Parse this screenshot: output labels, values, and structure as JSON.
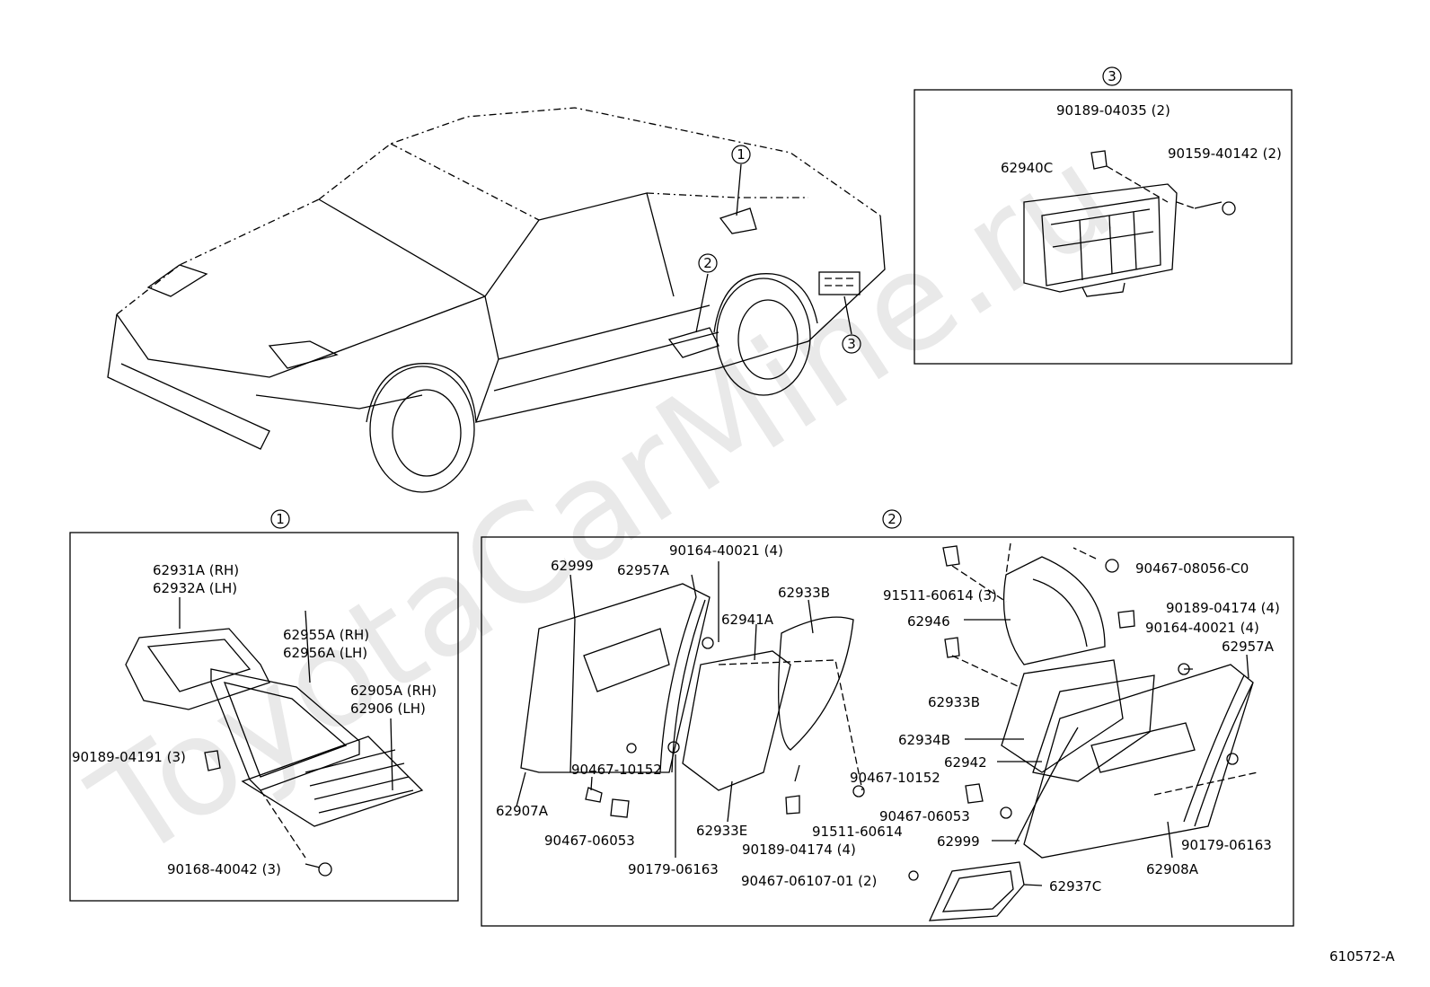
{
  "watermark": "ToyotaCarMine.ru",
  "drawing_number": "610572-A",
  "callouts": {
    "c1": "1",
    "c2": "2",
    "c3": "3"
  },
  "box1": {
    "p62931A": "62931A (RH)",
    "p62932A": "62932A (LH)",
    "p62955A": "62955A (RH)",
    "p62956A": "62956A (LH)",
    "p62905A": "62905A (RH)",
    "p62906": "62906    (LH)",
    "p90189_04191": "90189-04191 (3)",
    "p90168_40042": "90168-40042 (3)"
  },
  "box2": {
    "p62999_a": "62999",
    "p62957A_a": "62957A",
    "p90164_40021_a": "90164-40021 (4)",
    "p62941A": "62941A",
    "p62933B_a": "62933B",
    "p62907A": "62907A",
    "p90467_10152_a": "90467-10152",
    "p90467_06053_a": "90467-06053",
    "p90179_06163_a": "90179-06163",
    "p62933E": "62933E",
    "p90189_04174_a": "90189-04174 (4)",
    "p91511_60614_a": "91511-60614",
    "p90467_10152_b": "90467-10152",
    "p91511_60614_b": "91511-60614 (3)",
    "p62946": "62946",
    "p62933B_b": "62933B",
    "p62934B": "62934B",
    "p62942": "62942",
    "p90467_06053_b": "90467-06053",
    "p62999_b": "62999",
    "p90467_08056": "90467-08056-C0",
    "p90189_04174_b": "90189-04174 (4)",
    "p90164_40021_b": "90164-40021 (4)",
    "p62957A_b": "62957A",
    "p90179_06163_b": "90179-06163",
    "p62908A": "62908A",
    "p90467_06107": "90467-06107-01 (2)",
    "p62937C": "62937C"
  },
  "box3": {
    "p90189_04035": "90189-04035 (2)",
    "p90159_40142": "90159-40142 (2)",
    "p62940C": "62940C"
  }
}
